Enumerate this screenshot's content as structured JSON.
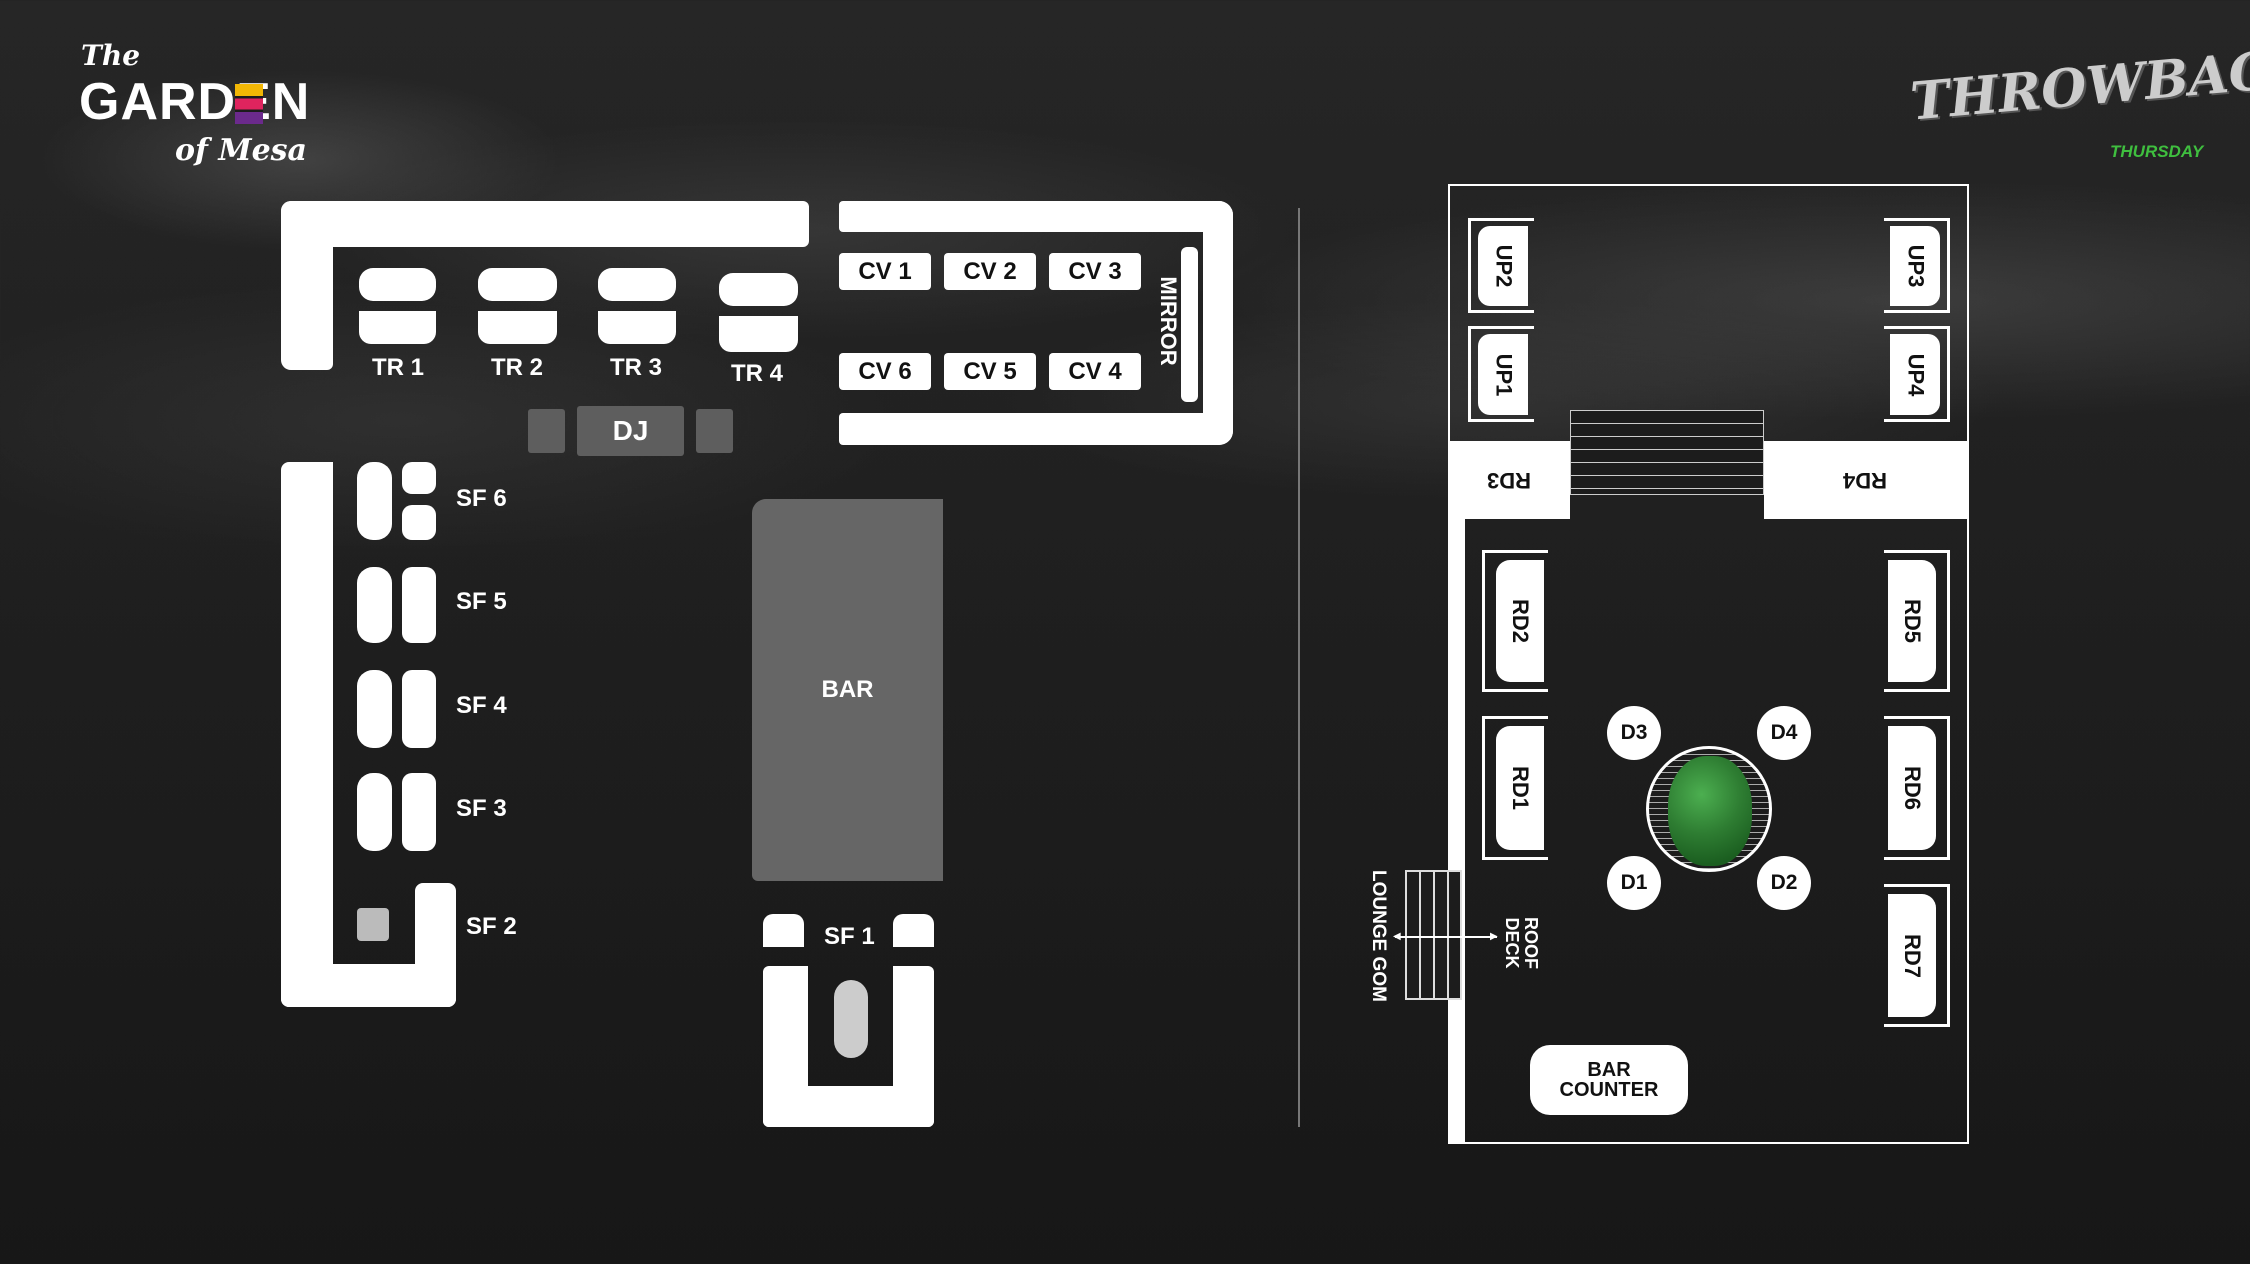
{
  "logos": {
    "garden": {
      "line1": "The",
      "line2": "GARDEN",
      "line3": "of Mesa"
    },
    "throwback": {
      "main": "THROWBACK",
      "sub": "THURSDAY"
    }
  },
  "colors": {
    "background": "#1c1c1c",
    "fixture": "#ffffff",
    "gray_fixture": "#666666",
    "tree": "#2e7d32",
    "throwback_green": "#3fbf3f",
    "garden_yellow": "#f2b705",
    "garden_red": "#e0245e",
    "garden_purple": "#6b2a8c"
  },
  "main_floor": {
    "tables": [
      "TR 1",
      "TR 2",
      "TR 3",
      "TR 4"
    ],
    "dj": "DJ",
    "cv_top": [
      "CV 1",
      "CV 2",
      "CV 3"
    ],
    "cv_bottom": [
      "CV 6",
      "CV 5",
      "CV 4"
    ],
    "mirror": "MIRROR",
    "sofas": [
      "SF 6",
      "SF 5",
      "SF 4",
      "SF 3",
      "SF 2",
      "SF 1"
    ],
    "bar": "BAR"
  },
  "roof": {
    "up": [
      "UP2",
      "UP1",
      "UP3",
      "UP4"
    ],
    "rd_band": [
      "RD3",
      "RD4"
    ],
    "rd_left": [
      "RD2",
      "RD1"
    ],
    "rd_right": [
      "RD5",
      "RD6",
      "RD7"
    ],
    "d": [
      "D3",
      "D4",
      "D1",
      "D2"
    ],
    "lounge": "LOUNGE GOM",
    "roof_deck": "ROOF DECK",
    "bar_counter": "BAR COUNTER"
  }
}
